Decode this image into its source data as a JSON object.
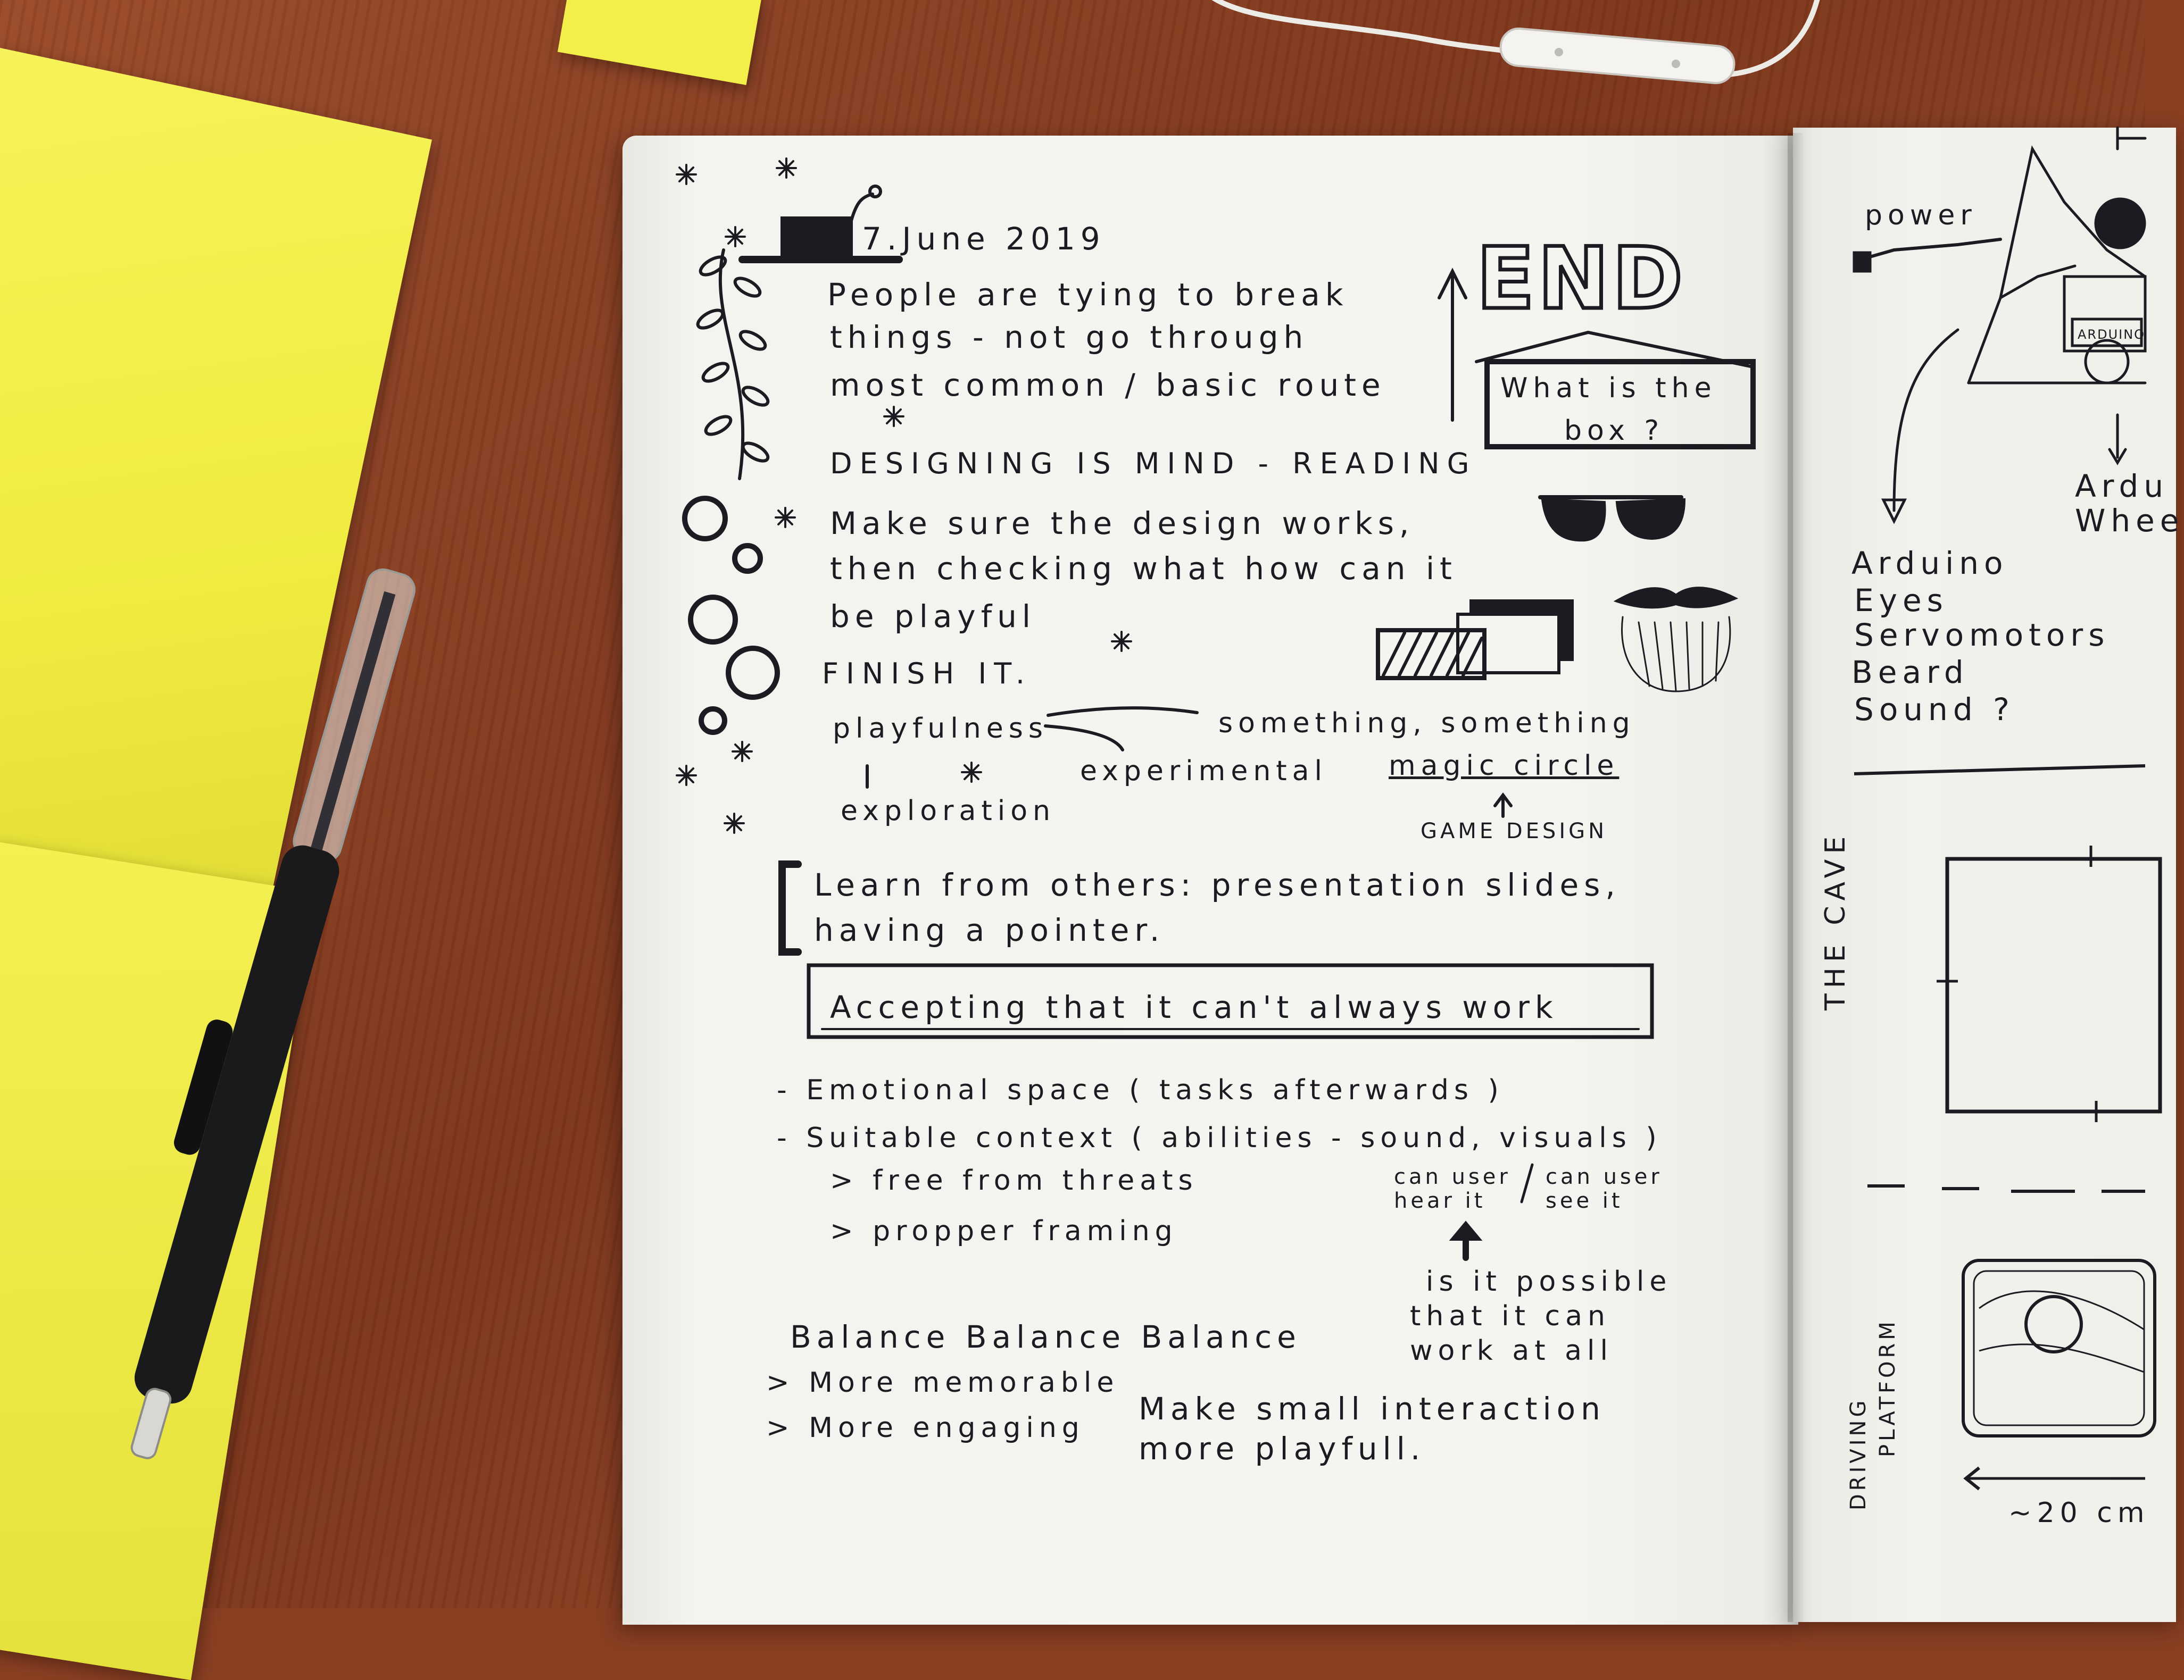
{
  "notebook": {
    "left_page": {
      "date": "7.June 2019",
      "note_1": [
        "People are tying to break",
        "things - not go through",
        "most common / basic route"
      ],
      "heading": "DESIGNING IS MIND - READING",
      "note_2": [
        "Make sure the design works,",
        "then checking what how can it",
        "be playful"
      ],
      "finish": "FINISH IT.",
      "playfulness": "playfulness",
      "something": "something, something",
      "experimental": "experimental",
      "magic_circle": "magic circle",
      "exploration": "exploration",
      "game_design": "GAME DESIGN",
      "end": "END",
      "box_question": [
        "What is the",
        "box ?"
      ],
      "learn": [
        "Learn from others: presentation slides,",
        "having a pointer."
      ],
      "accepting": "Accepting that it can't always work",
      "list": [
        "- Emotional space ( tasks afterwards )",
        "- Suitable context ( abilities - sound, visuals )",
        "> free from threats",
        "> propper framing"
      ],
      "can_hear": [
        "can user",
        "hear it"
      ],
      "can_see": [
        "can user",
        "see it"
      ],
      "possible": [
        "is it possible",
        "that it can",
        "work at all"
      ],
      "balance": "Balance Balance Balance",
      "more": [
        "> More memorable",
        "> More engaging"
      ],
      "small": [
        "Make small interaction",
        "more playfull."
      ]
    },
    "right_page": {
      "power": "power",
      "arduino_chip": "ARDUINO",
      "components": [
        "Arduino",
        "Eyes",
        "Servomotors",
        "Beard",
        "Sound ?"
      ],
      "arduino_wheels": [
        "Ardu",
        "Whee"
      ],
      "the_cave": "THE CAVE",
      "driving_platform": [
        "DRIVING",
        "PLATFORM"
      ],
      "size": "~20 cm"
    }
  },
  "colors": {
    "ink": "#1c1b22",
    "paper": "#f5f4f0",
    "desk": "#8a3f22",
    "sticky": "#f2ef4b"
  }
}
